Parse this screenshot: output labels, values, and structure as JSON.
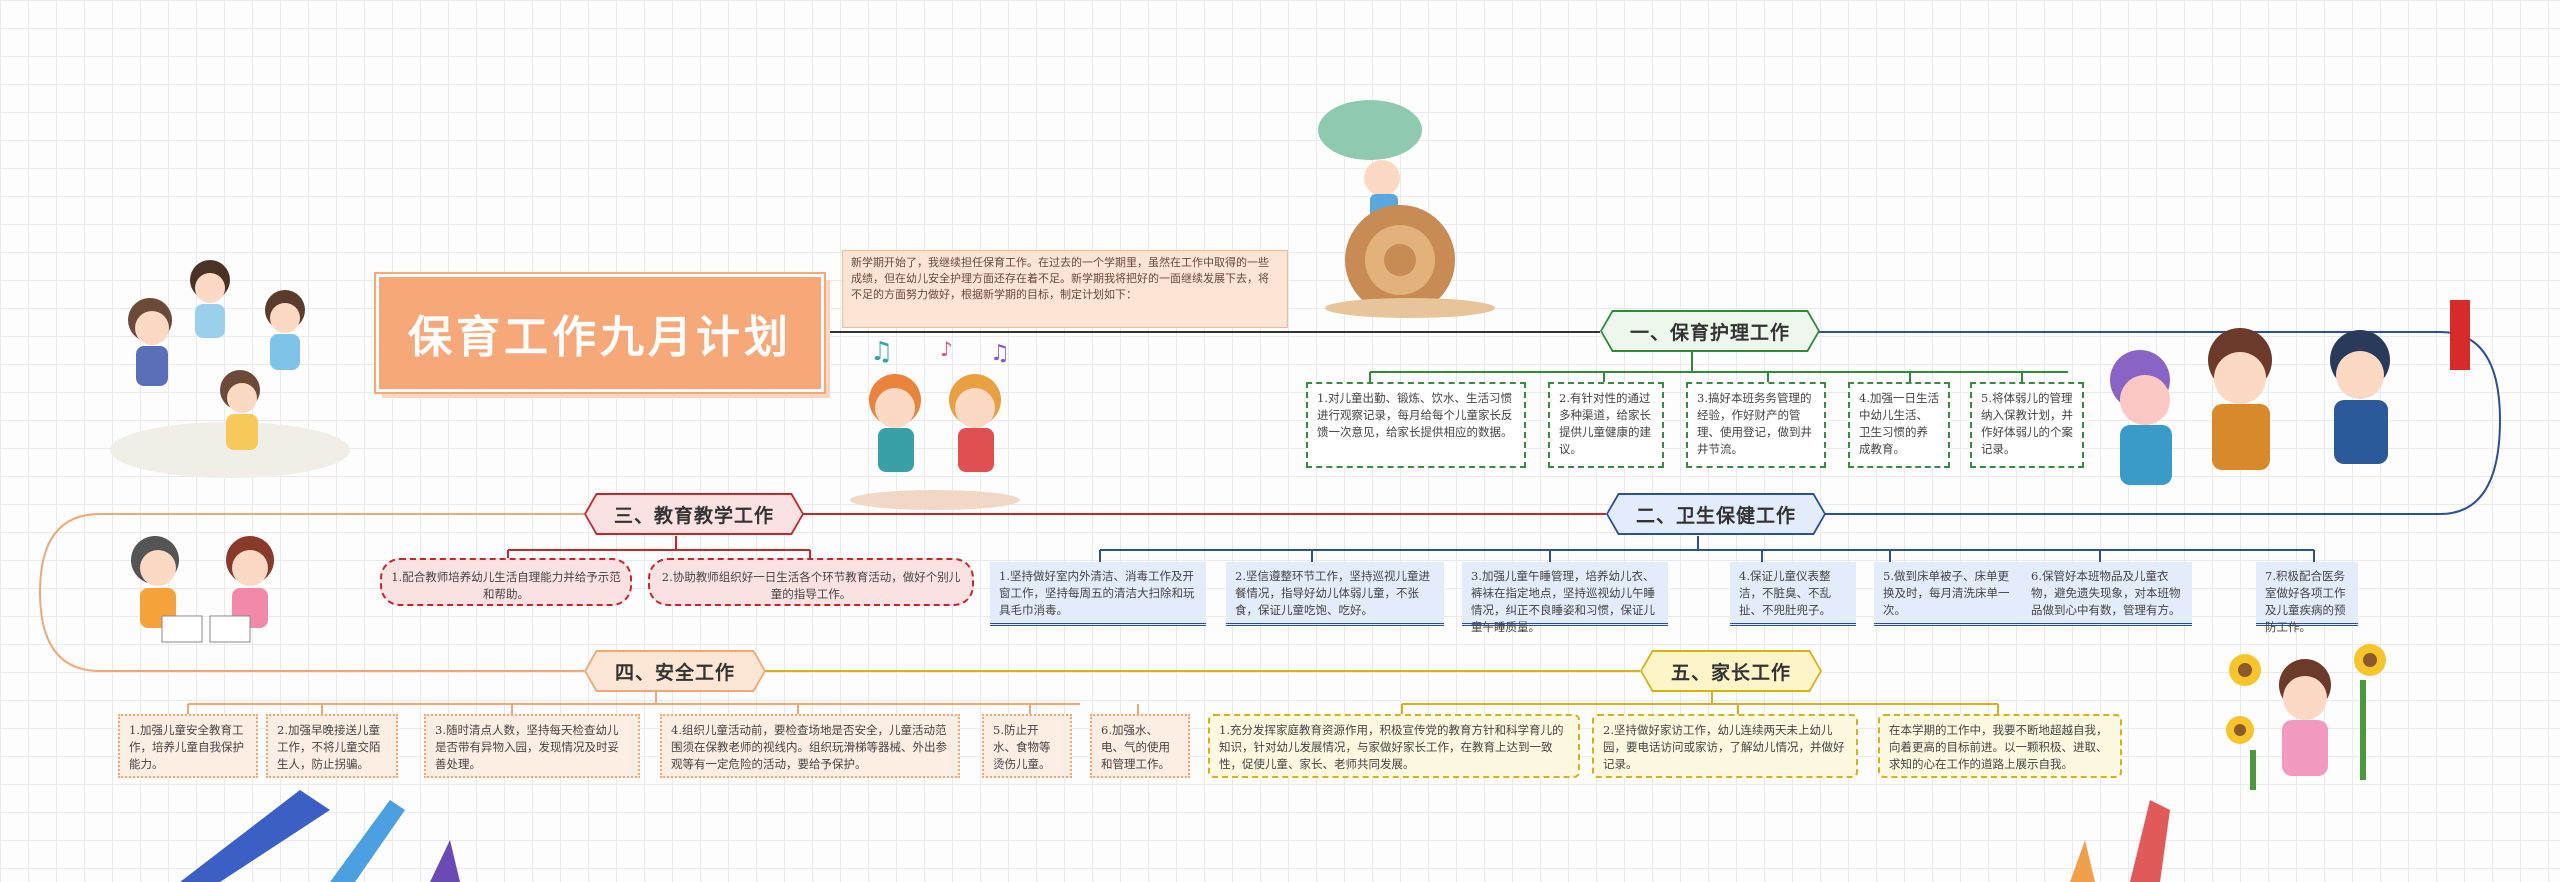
{
  "title": "保育工作九月计划",
  "intro": "新学期开始了，我继续担任保育工作。在过去的一个学期里，虽然在工作中取得的一些成绩，但在幼儿安全护理方面还存在着不足。新学期我将把好的一面继续发展下去，将不足的方面努力做好，根据新学期的目标，制定计划如下：",
  "sections": {
    "care": {
      "title": "一、保育护理工作",
      "items": [
        "1.对儿童出勤、锻炼、饮水、生活习惯进行观察记录，每月给每个儿童家长反馈一次意见，给家长提供相应的数据。",
        "2.有针对性的通过多种渠道，给家长提供儿童健康的建议。",
        "3.搞好本班务务管理的经验，作好财产的管理、使用登记，做到井井节流。",
        "4.加强一日生活中幼儿生活、卫生习惯的养成教育。",
        "5.将体弱儿的管理纳入保教计划，并作好体弱儿的个案记录。"
      ]
    },
    "health": {
      "title": "二、卫生保健工作",
      "items": [
        "1.坚持做好室内外清洁、消毒工作及开窗工作，坚持每周五的清洁大扫除和玩具毛巾消毒。",
        "2.坚信遵整环节工作，坚持巡视儿童进餐情况，指导好幼儿体弱儿童，不张食，保证儿童吃饱、吃好。",
        "3.加强儿童午睡管理，培养幼儿衣、裤袜在指定地点，坚持巡视幼儿午睡情况，纠正不良睡姿和习惯，保证儿童午睡质量。",
        "4.保证儿童仪表整洁，不脏臭、不乱扯、不兜肚兜子。",
        "5.做到床单被子、床单更换及时，每月清洗床单一次。",
        "6.保管好本班物品及儿童衣物，避免遗失现象，对本班物品做到心中有数，管理有方。",
        "7.积极配合医务室做好各项工作及儿童疾病的预防工作。"
      ]
    },
    "teaching": {
      "title": "三、教育教学工作",
      "items": [
        "1.配合教师培养幼儿生活自理能力并给予示范和帮助。",
        "2.协助教师组织好一日生活各个环节教育活动，做好个别儿童的指导工作。"
      ]
    },
    "safety": {
      "title": "四、安全工作",
      "items": [
        "1.加强儿童安全教育工作，培养儿童自我保护能力。",
        "2.加强早晚接送儿童工作，不将儿童交陌生人，防止拐骗。",
        "3.随时清点人数，坚持每天检查幼儿是否带有异物入园，发现情况及时妥善处理。",
        "4.组织儿童活动前，要检查场地是否安全，儿童活动范围须在保教老师的视线内。组织玩滑梯等器械、外出参观等有一定危险的活动，要给予保护。",
        "5.防止开水、食物等烫伤儿童。",
        "6.加强水、电、气的使用和管理工作。"
      ]
    },
    "parents": {
      "title": "五、家长工作",
      "items": [
        "1.充分发挥家庭教育资源作用，积极宣传党的教育方针和科学育儿的知识，针对幼儿发展情况，与家做好家长工作，在教育上达到一致性，促使儿童、家长、老师共同发展。",
        "2.坚持做好家访工作，幼儿连续两天未上幼儿园，要电话访问或家访，了解幼儿情况，并做好记录。",
        "在本学期的工作中，我要不断地超越自我，向着更高的目标前进。以一颗积极、进取、求知的心在工作的道路上展示自我。"
      ]
    }
  }
}
